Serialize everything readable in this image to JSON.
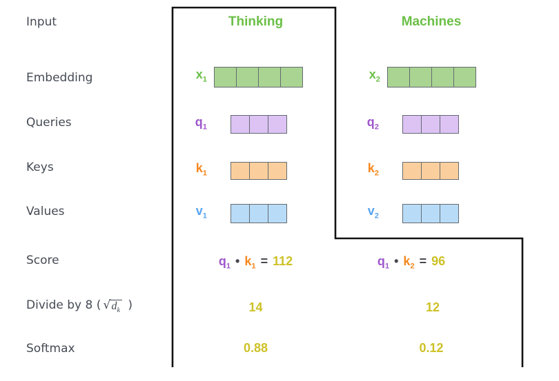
{
  "row_labels": {
    "input": "Input",
    "embedding": "Embedding",
    "queries": "Queries",
    "keys": "Keys",
    "values": "Values",
    "score": "Score",
    "divide_prefix": "Divide by 8 (",
    "divide_sqrt_sign": "√",
    "divide_sqrt_base": "d",
    "divide_sqrt_sub": "k",
    "divide_suffix": ")",
    "softmax": "Softmax"
  },
  "columns": [
    {
      "header": "Thinking",
      "embedding_label": "x",
      "embedding_sub": "1",
      "embedding_cells": 4,
      "query_label": "q",
      "query_sub": "1",
      "query_cells": 3,
      "key_label": "k",
      "key_sub": "1",
      "key_cells": 3,
      "value_label": "v",
      "value_sub": "1",
      "value_cells": 3,
      "score": {
        "q_base": "q",
        "q_sub": "1",
        "dot": "•",
        "k_base": "k",
        "k_sub": "1",
        "equals": "=",
        "result": "112"
      },
      "divide_value": "14",
      "softmax_value": "0.88"
    },
    {
      "header": "Machines",
      "embedding_label": "x",
      "embedding_sub": "2",
      "embedding_cells": 4,
      "query_label": "q",
      "query_sub": "2",
      "query_cells": 3,
      "key_label": "k",
      "key_sub": "2",
      "key_cells": 3,
      "value_label": "v",
      "value_sub": "2",
      "value_cells": 3,
      "score": {
        "q_base": "q",
        "q_sub": "1",
        "dot": "•",
        "k_base": "k",
        "k_sub": "2",
        "equals": "=",
        "result": "96"
      },
      "divide_value": "12",
      "softmax_value": "0.12"
    }
  ],
  "colors": {
    "green": "#6bbf47",
    "green_fill": "#a9d491",
    "purple": "#9e57cc",
    "purple_fill": "#dcc3f4",
    "orange": "#f5871f",
    "orange_fill": "#fbcf9d",
    "blue": "#58a4f2",
    "blue_fill": "#b8dcf8",
    "yellow_value": "#cdc127",
    "label_gray": "#454b54",
    "operator_dark": "#47474f",
    "cell_border": "#646a70",
    "outline_black": "#121212"
  }
}
